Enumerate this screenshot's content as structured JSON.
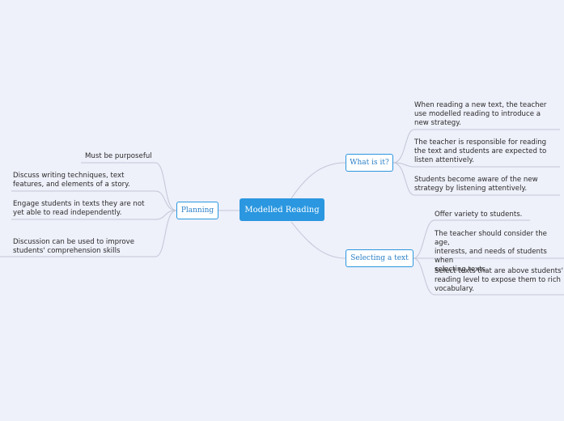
{
  "central": "Modelled Reading",
  "topics": {
    "what": "What is it?",
    "planning": "Planning",
    "selecting": "Selecting a text"
  },
  "leaves": {
    "what": [
      "When reading a new text, the teacher\nuse modelled reading to introduce a\nnew strategy.",
      "The teacher is responsible for reading\nthe text and students are expected to\nlisten attentively.",
      "Students become aware of the new\nstrategy by listening attentively."
    ],
    "planning": [
      "Must be purposeful",
      "Discuss writing techniques, text\nfeatures, and elements of a story.",
      "Engage students in texts they are not\nyet able to read independently.",
      "Discussion can be used to improve\nstudents' comprehension skills"
    ],
    "selecting": [
      "Offer variety to students.",
      "The teacher should consider the age,\ninterests, and needs of students when\nselecting texts.",
      "Select texts that are above students'\nreading level to expose them to rich\nvocabulary."
    ]
  },
  "colors": {
    "background": "#eef0fa",
    "central_fill": "#2a97e0",
    "topic_border": "#2a97e0",
    "connector": "#c2c7d6"
  }
}
